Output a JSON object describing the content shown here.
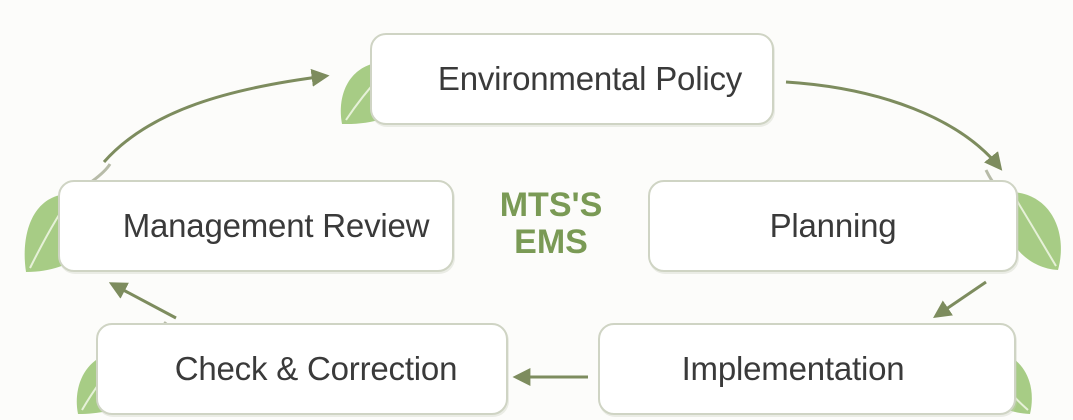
{
  "diagram": {
    "center_title": [
      "MTS'S",
      "EMS"
    ],
    "steps": [
      {
        "id": "policy",
        "label": "Environmental Policy"
      },
      {
        "id": "planning",
        "label": "Planning"
      },
      {
        "id": "implementation",
        "label": "Implementation"
      },
      {
        "id": "check",
        "label": "Check & Correction"
      },
      {
        "id": "review",
        "label": "Management Review"
      }
    ],
    "colors": {
      "leaf": "#a7cc85",
      "leaf_vein": "#e6f1d8",
      "arrow": "#7d8c5e",
      "box_border": "#cfd4c4",
      "title": "#7a9a55"
    }
  }
}
